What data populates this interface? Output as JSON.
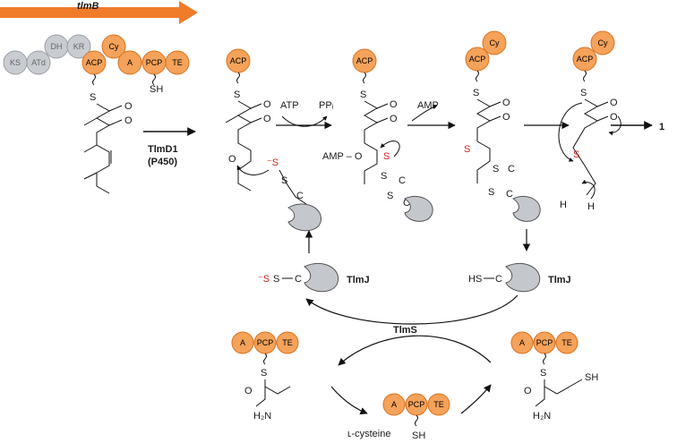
{
  "gene": {
    "name": "tlmB",
    "arrow_color": "#f07c2a"
  },
  "colors": {
    "domain_orange": "#f5a25a",
    "domain_orange_edge": "#d9731f",
    "domain_gray": "#c9ccd0",
    "domain_gray_edge": "#9a9ea3",
    "enzyme_gray": "#c4c7cb",
    "sulfur_red": "#d0201a"
  },
  "pks_domains": [
    "KS",
    "ATd",
    "DH",
    "KR"
  ],
  "nrps_domains": [
    "Cy",
    "ACP",
    "A",
    "PCP",
    "TE"
  ],
  "carrier_labels": {
    "acp": "ACP",
    "cy": "Cy",
    "a": "A",
    "pcp": "PCP",
    "te": "TE"
  },
  "atoms": {
    "S": "S",
    "O": "O",
    "SH": "SH",
    "HS": "HS",
    "H": "H",
    "C": "C",
    "H2N": "H₂N",
    "neg_S": "⁻S",
    "AMP_O": "AMP – O"
  },
  "reagents": {
    "step1_enzyme": "TlmD1",
    "step1_note": "(P450)",
    "atp": "ATP",
    "ppi": "PPᵢ",
    "amp": "AMP",
    "tlmj": "TlmJ",
    "tlms": "TlmS",
    "cysteine": "ʟ-cysteine",
    "product": "1"
  }
}
